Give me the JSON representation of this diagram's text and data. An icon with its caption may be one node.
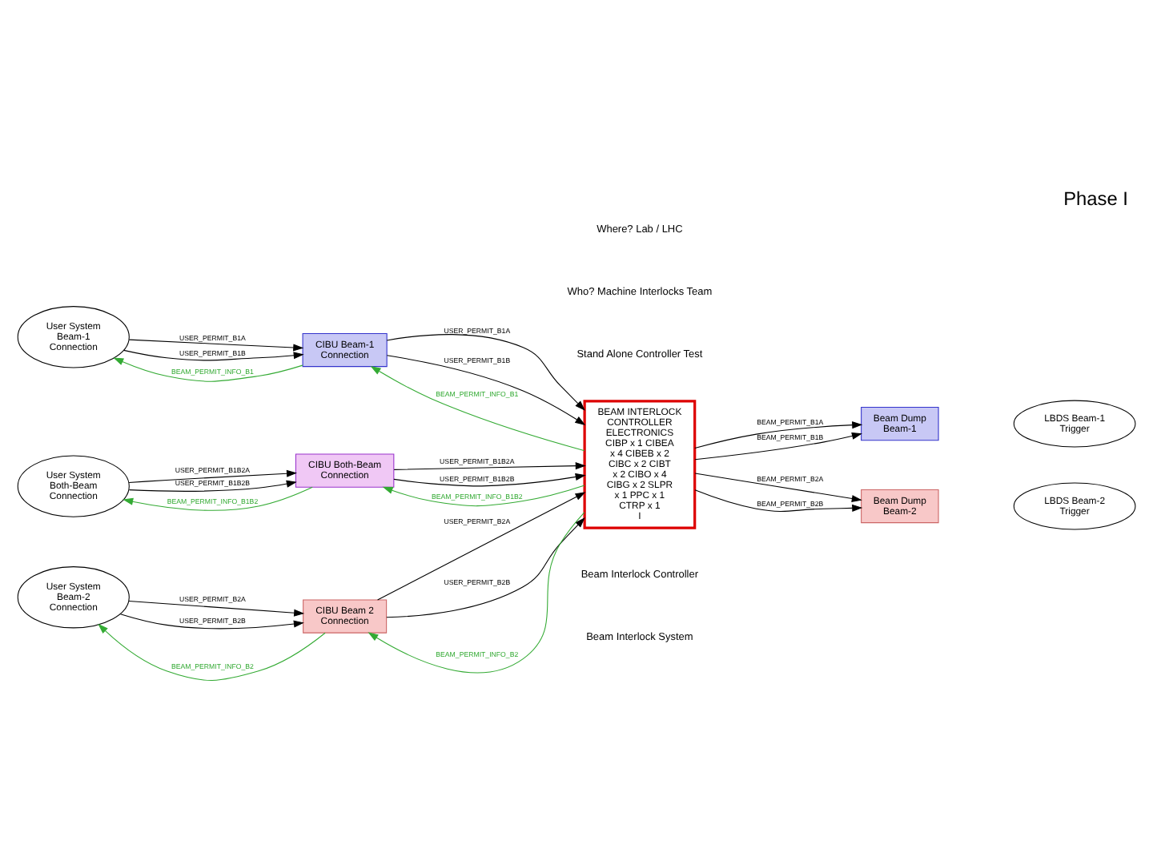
{
  "diagram": {
    "title": "Phase I",
    "nodes": [
      {
        "text": [
          "User System Beam-1 Connection"
        ]
      },
      {
        "text": [
          "User System Both-Beam Connection"
        ]
      },
      {
        "text": [
          "User System Beam-2 Connection"
        ]
      },
      {
        "text": [
          "CIBU Beam-1 Connection"
        ]
      },
      {
        "text": [
          "CIBU Both-Beam Connection"
        ]
      },
      {
        "text": [
          "CIBU Beam 2 Connection"
        ]
      },
      {
        "text": [
          "BEAM INTERLOCK CONTROLLER ELECTRONICS",
          "CIBP x 1 CIBEA x 4 CIBEB x 2 CIBC x 2 CIBT x 2 CIBO x 4 CIBG x 2 SLPR x 1 PPC x 1 CTRP x 1",
          "I"
        ]
      },
      {
        "text": [
          "Beam Dump Beam-1"
        ]
      },
      {
        "text": [
          "Beam Dump Beam-2"
        ]
      },
      {
        "text": [
          "LBDS Beam-1 Trigger"
        ]
      },
      {
        "text": [
          "LBDS Beam-2 Trigger"
        ]
      }
    ],
    "edges": [
      {
        "from": 0,
        "to": 3,
        "arrow": "to",
        "label": "USER_PERMIT_B1A"
      },
      {
        "from": 0,
        "to": 3,
        "arrow": "to",
        "label": "USER_PERMIT_B1B"
      },
      {
        "from": 3,
        "to": 0,
        "arrow": "to",
        "label": "BEAM_PERMIT_INFO_B1",
        "color": "#33aa33"
      },
      {
        "from": 3,
        "to": 6,
        "arrow": "to",
        "label": "USER_PERMIT_B1A"
      },
      {
        "from": 3,
        "to": 6,
        "arrow": "to",
        "label": "USER_PERMIT_B1B"
      },
      {
        "from": 6,
        "to": 3,
        "arrow": "to",
        "label": "BEAM_PERMIT_INFO_B1",
        "color": "#33aa33"
      },
      {
        "from": 1,
        "to": 4,
        "arrow": "to",
        "label": "USER_PERMIT_B1B2A"
      },
      {
        "from": 1,
        "to": 4,
        "arrow": "to",
        "label": "USER_PERMIT_B1B2B"
      },
      {
        "from": 4,
        "to": 1,
        "arrow": "to",
        "label": "BEAM_PERMIT_INFO_B1B2",
        "color": "#33aa33"
      },
      {
        "from": 4,
        "to": 6,
        "arrow": "to",
        "label": "USER_PERMIT_B1B2A"
      },
      {
        "from": 4,
        "to": 6,
        "arrow": "to",
        "label": "USER_PERMIT_B1B2B"
      },
      {
        "from": 6,
        "to": 4,
        "arrow": "to",
        "label": "BEAM_PERMIT_INFO_B1B2",
        "color": "#33aa33"
      },
      {
        "from": 5,
        "to": 2,
        "arrow": "to",
        "label": "BEAM_PERMIT_INFO_B2",
        "color": "#33aa33"
      },
      {
        "from": 2,
        "to": 5,
        "arrow": "to",
        "label": "USER_PERMIT_B2A"
      },
      {
        "from": 2,
        "to": 5,
        "arrow": "to",
        "label": "USER_PERMIT_B2B"
      },
      {
        "from": 6,
        "to": 5,
        "arrow": "to",
        "label": "BEAM_PERMIT_INFO_B2",
        "color": "#33aa33"
      },
      {
        "from": 5,
        "to": 6,
        "arrow": "to",
        "label": "USER_PERMIT_B2A"
      },
      {
        "from": 5,
        "to": 6,
        "arrow": "to",
        "label": "USER_PERMIT_B2B"
      },
      {
        "from": 6,
        "to": 7,
        "arrow": "to",
        "label": "BEAM_PERMIT_B1A"
      },
      {
        "from": 6,
        "to": 7,
        "arrow": "to",
        "label": "BEAM_PERMIT_B1B"
      },
      {
        "from": 6,
        "to": 8,
        "arrow": "to",
        "label": "BEAM_PERMIT_B2A"
      },
      {
        "from": 6,
        "to": 8,
        "arrow": "to",
        "label": "BEAM_PERMIT_B2B"
      }
    ],
    "labels": [
      "Beam Interlock System",
      "Beam Interlock Controller",
      "Stand Alone Controller Test",
      "Who? Machine Interlocks Team",
      "Where? Lab / LHC"
    ]
  }
}
